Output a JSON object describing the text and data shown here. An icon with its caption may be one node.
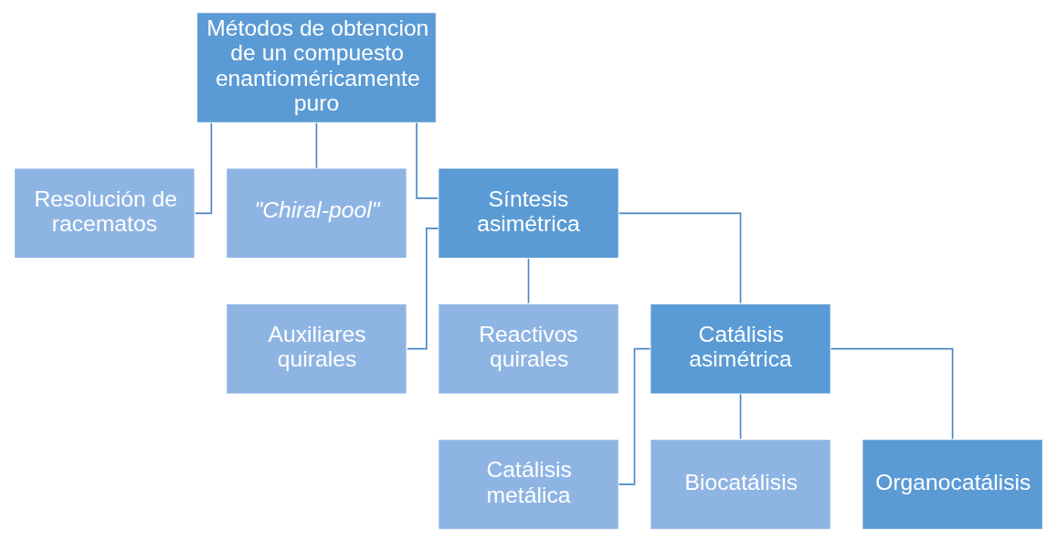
{
  "diagram": {
    "nodes": [
      {
        "text": [
          "Métodos de obtencion de un compuesto enantioméricamente puro"
        ]
      },
      {
        "text": [
          "Resolución de racematos"
        ]
      },
      {
        "text": [
          "\"Chiral-pool\""
        ]
      },
      {
        "text": [
          "Síntesis asimétrica"
        ]
      },
      {
        "text": [
          "Auxiliares quirales"
        ]
      },
      {
        "text": [
          "Reactivos quirales"
        ]
      },
      {
        "text": [
          "Catálisis asimétrica"
        ]
      },
      {
        "text": [
          "Catálisis metálica"
        ]
      },
      {
        "text": [
          "Biocatálisis"
        ]
      },
      {
        "text": [
          "Organocatálisis"
        ]
      }
    ],
    "edges": [
      {
        "from": 0,
        "to": 1,
        "arrow": "none"
      },
      {
        "from": 0,
        "to": 2,
        "arrow": "none"
      },
      {
        "from": 0,
        "to": 3,
        "arrow": "none"
      },
      {
        "from": 3,
        "to": 4,
        "arrow": "none"
      },
      {
        "from": 3,
        "to": 5,
        "arrow": "none"
      },
      {
        "from": 3,
        "to": 6,
        "arrow": "none"
      },
      {
        "from": 6,
        "to": 7,
        "arrow": "none"
      },
      {
        "from": 6,
        "to": 8,
        "arrow": "none"
      },
      {
        "from": 6,
        "to": 9,
        "arrow": "none"
      }
    ]
  }
}
